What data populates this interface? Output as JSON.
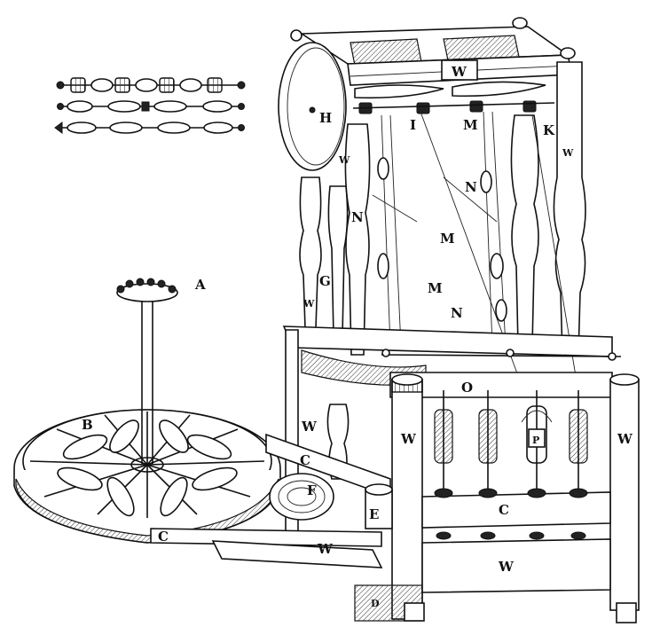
{
  "labels": {
    "A": "A",
    "B": "B",
    "C_belt_upper": "C",
    "C_belt_lower": "C",
    "C_rail": "C",
    "D": "D",
    "E": "E",
    "F": "F",
    "G": "G",
    "H": "H",
    "I": "I",
    "K": "K",
    "M_top": "M",
    "M_mid": "M",
    "M_low": "M",
    "N_upper": "N",
    "N_left": "N",
    "N_low": "N",
    "O": "O",
    "P": "P",
    "W_top": "W",
    "W_small": "W",
    "W_right_post": "W",
    "W_left_post": "W",
    "W_front_left": "W",
    "W_front_right": "W",
    "W_far_right": "W",
    "W_belt": "W",
    "W_base": "W"
  }
}
